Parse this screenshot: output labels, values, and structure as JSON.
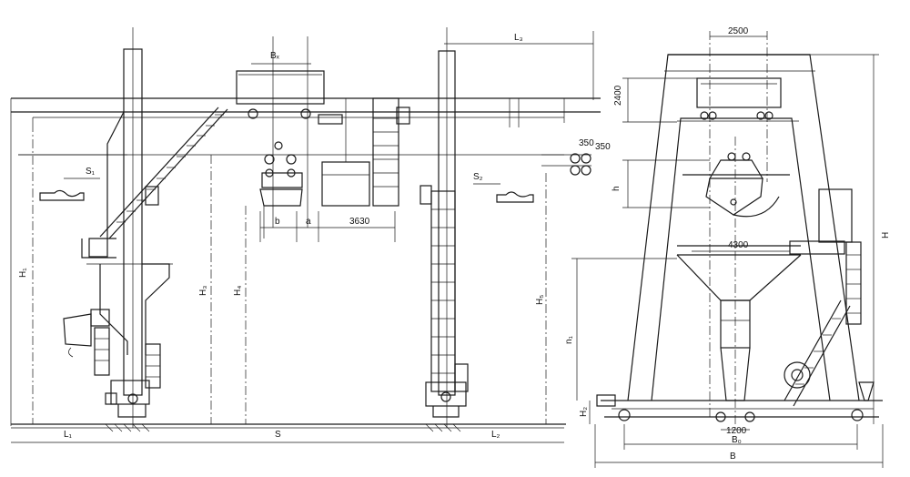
{
  "labels": {
    "bx": "Bₓ",
    "l3": "L₃",
    "d2500": "2500",
    "d2400": "2400",
    "d350a": "350",
    "d350b": "350",
    "s1": "S₁",
    "s2": "S₂",
    "h_small": "h",
    "H": "H",
    "H1": "H₁",
    "H3": "H₃",
    "H4": "H₄",
    "H5": "H₅",
    "b": "b",
    "a": "a",
    "d3630": "3630",
    "d4300": "4300",
    "n1": "n₁",
    "H2": "H₂",
    "d1200": "1200",
    "Bo": "B₀",
    "B": "B",
    "L1": "L₁",
    "S": "S",
    "L2": "L₂"
  }
}
